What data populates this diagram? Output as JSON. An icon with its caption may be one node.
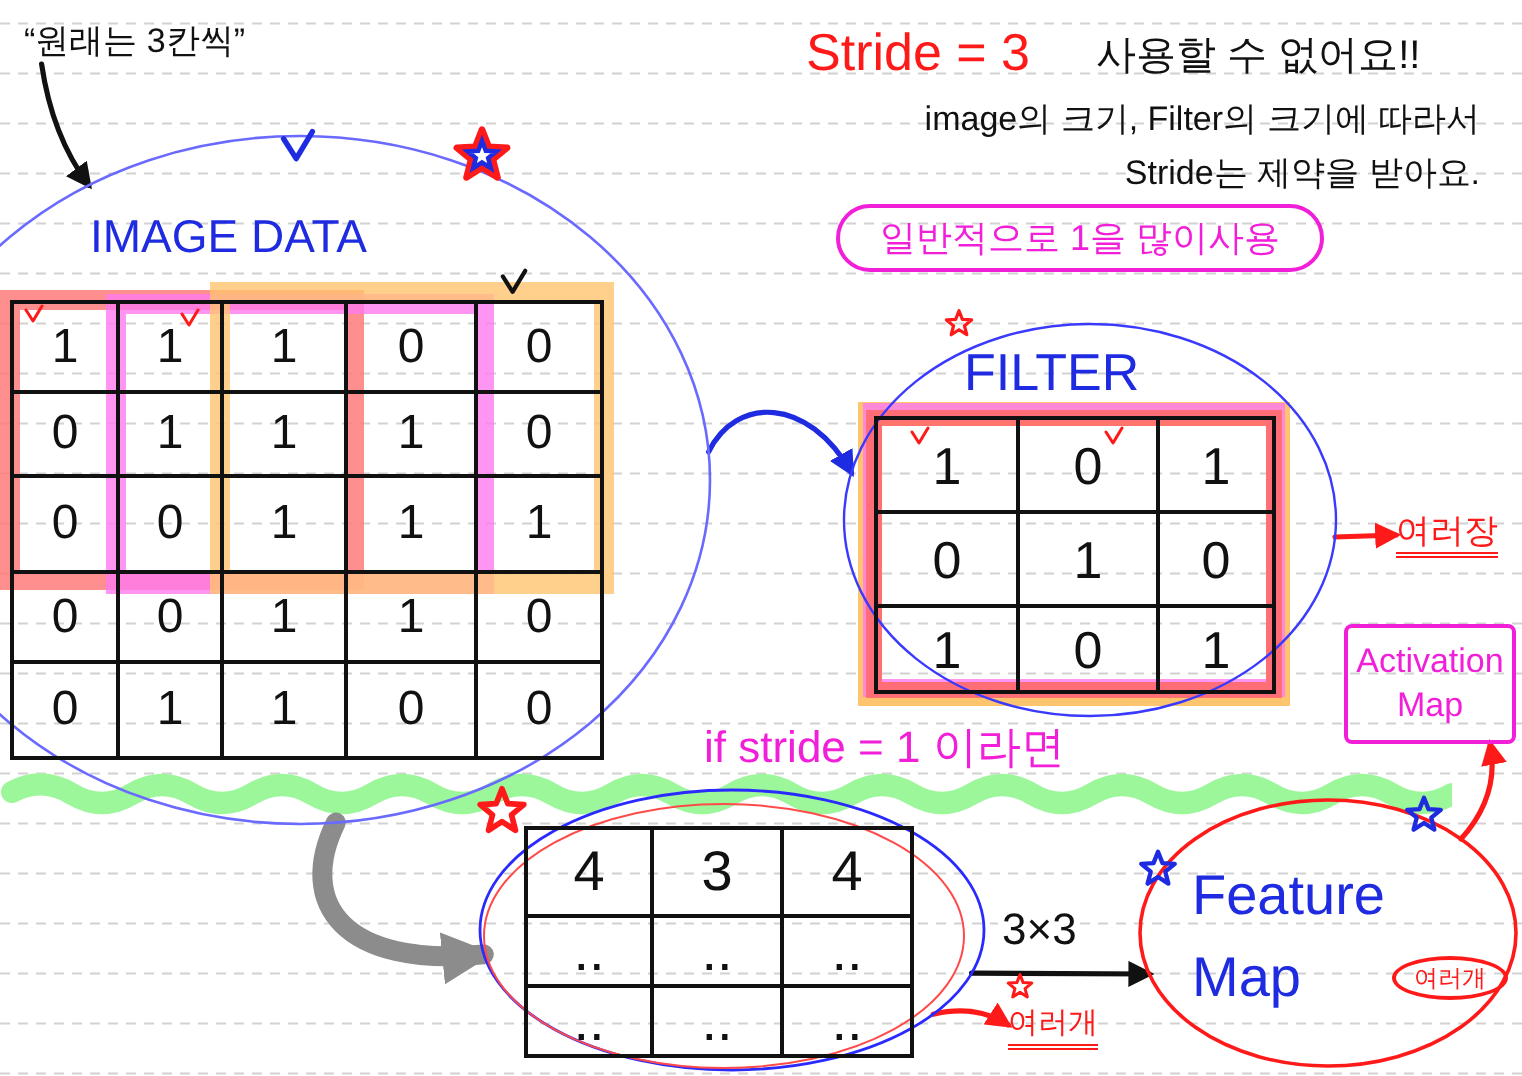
{
  "diagram": {
    "nodes": [
      {
        "text": [
          "“원래는 3칸씩”"
        ]
      },
      {
        "text": [
          "일반적으로 1을 많이사용"
        ]
      },
      {
        "text": [
          "IMAGE DATA"
        ]
      },
      {
        "text": [
          "1"
        ],
        "in": 2
      },
      {
        "text": [
          "1"
        ],
        "in": 2
      },
      {
        "text": [
          "1"
        ],
        "in": 2
      },
      {
        "text": [
          "0"
        ],
        "in": 2
      },
      {
        "text": [
          "0"
        ],
        "in": 2
      },
      {
        "text": [
          "0"
        ],
        "in": 2
      },
      {
        "text": [
          "1"
        ],
        "in": 2
      },
      {
        "text": [
          "1"
        ],
        "in": 2
      },
      {
        "text": [
          "1"
        ],
        "in": 2
      },
      {
        "text": [
          "0"
        ],
        "in": 2
      },
      {
        "text": [
          "0"
        ],
        "in": 2
      },
      {
        "text": [
          "0"
        ],
        "in": 2
      },
      {
        "text": [
          "1"
        ],
        "in": 2
      },
      {
        "text": [
          "1"
        ],
        "in": 2
      },
      {
        "text": [
          "1"
        ],
        "in": 2
      },
      {
        "text": [
          "0"
        ],
        "in": 2
      },
      {
        "text": [
          "0"
        ],
        "in": 2
      },
      {
        "text": [
          "1"
        ],
        "in": 2
      },
      {
        "text": [
          "1"
        ],
        "in": 2
      },
      {
        "text": [
          "0"
        ],
        "in": 2
      },
      {
        "text": [
          "0"
        ],
        "in": 2
      },
      {
        "text": [
          "1"
        ],
        "in": 2
      },
      {
        "text": [
          "1"
        ],
        "in": 2
      },
      {
        "text": [
          "0"
        ],
        "in": 2
      },
      {
        "text": [
          "0"
        ],
        "in": 2
      },
      {
        "text": [
          "FILTER"
        ]
      },
      {
        "text": [
          "1"
        ],
        "in": 28
      },
      {
        "text": [
          "0"
        ],
        "in": 28
      },
      {
        "text": [
          "1"
        ],
        "in": 28
      },
      {
        "text": [
          "0"
        ],
        "in": 28
      },
      {
        "text": [
          "1"
        ],
        "in": 28
      },
      {
        "text": [
          "0"
        ],
        "in": 28
      },
      {
        "text": [
          "1"
        ],
        "in": 28
      },
      {
        "text": [
          "0"
        ],
        "in": 28
      },
      {
        "text": [
          "1"
        ],
        "in": 28
      },
      {
        "text": [
          "여러장"
        ]
      },
      {
        "text": [
          "Activation Map"
        ]
      },
      {
        "text": [],
        "shape": "circle"
      },
      {
        "text": [
          "4"
        ],
        "in": 40
      },
      {
        "text": [
          "3"
        ],
        "in": 40
      },
      {
        "text": [
          "4"
        ],
        "in": 40
      },
      {
        "text": [
          ".."
        ],
        "in": 40
      },
      {
        "text": [
          ".."
        ],
        "in": 40
      },
      {
        "text": [
          ".."
        ],
        "in": 40
      },
      {
        "text": [
          ".."
        ],
        "in": 40
      },
      {
        "text": [
          ".."
        ],
        "in": 40
      },
      {
        "text": [
          ".."
        ],
        "in": 40
      },
      {
        "text": [
          "여러개"
        ]
      },
      {
        "text": [
          "Feature Map"
        ]
      },
      {
        "text": [
          "여러개"
        ],
        "in": 51
      }
    ],
    "edges": [
      {
        "from": 0,
        "to": 2,
        "arrow": "to",
        "color": "#111111"
      },
      {
        "from": 2,
        "to": 28,
        "arrow": "to",
        "color": "#1f2be0"
      },
      {
        "from": 2,
        "to": 40,
        "arrow": "to",
        "style": "thick",
        "color": "#8c8c8c"
      },
      {
        "from": 28,
        "to": 38,
        "arrow": "to"
      },
      {
        "from": 40,
        "to": 51,
        "arrow": "to",
        "label": "3×3",
        "color": "#111111"
      },
      {
        "from": 40,
        "to": 50,
        "arrow": "to"
      },
      {
        "from": 51,
        "to": 39,
        "arrow": "to"
      }
    ],
    "labels": [
      "Stride = 3",
      "사용할 수 없어요!!",
      "image의 크기, Filter의 크기에 따라서 Stride는 제약을 받아요.",
      "if stride = 1 이라면"
    ]
  }
}
